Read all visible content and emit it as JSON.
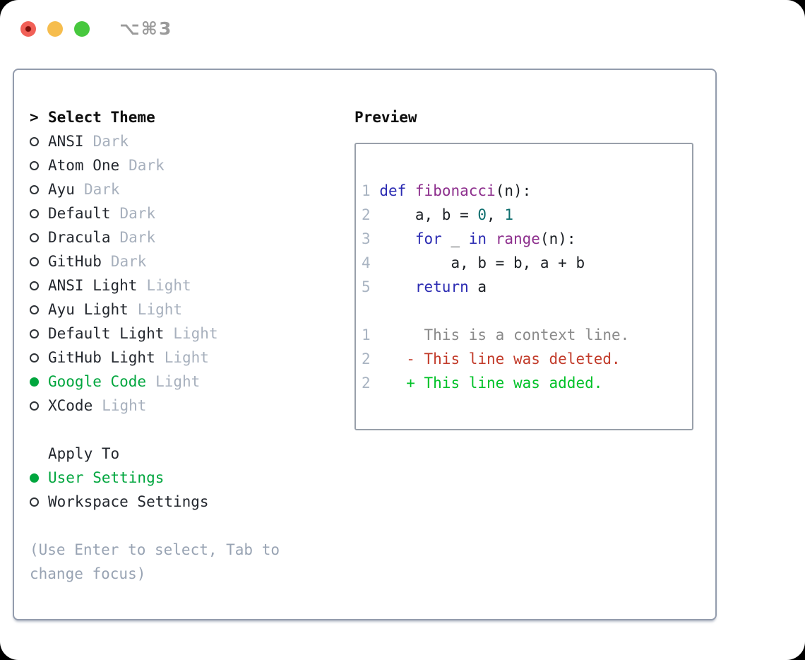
{
  "window": {
    "title": "⌥⌘3",
    "traffic_lights": [
      "close",
      "minimize",
      "zoom"
    ]
  },
  "theme_panel": {
    "header": {
      "prompt": ">",
      "label": "Select Theme"
    },
    "themes": [
      {
        "name": "ANSI",
        "variant": "Dark",
        "selected": false
      },
      {
        "name": "Atom One",
        "variant": "Dark",
        "selected": false
      },
      {
        "name": "Ayu",
        "variant": "Dark",
        "selected": false
      },
      {
        "name": "Default",
        "variant": "Dark",
        "selected": false
      },
      {
        "name": "Dracula",
        "variant": "Dark",
        "selected": false
      },
      {
        "name": "GitHub",
        "variant": "Dark",
        "selected": false
      },
      {
        "name": "ANSI Light",
        "variant": "Light",
        "selected": false
      },
      {
        "name": "Ayu Light",
        "variant": "Light",
        "selected": false
      },
      {
        "name": "Default Light",
        "variant": "Light",
        "selected": false
      },
      {
        "name": "GitHub Light",
        "variant": "Light",
        "selected": false
      },
      {
        "name": "Google Code",
        "variant": "Light",
        "selected": true
      },
      {
        "name": "XCode",
        "variant": "Light",
        "selected": false
      }
    ],
    "apply_to": {
      "label": "Apply To",
      "options": [
        {
          "name": "User Settings",
          "selected": true
        },
        {
          "name": "Workspace Settings",
          "selected": false
        }
      ]
    },
    "hint_lines": [
      "(Use Enter to select, Tab to",
      "change focus)"
    ]
  },
  "preview": {
    "label": "Preview",
    "colors": {
      "num": "#a9b4c2",
      "kwd": "#2b2bb2",
      "typ": "#8d2f8d",
      "lit": "#0e6e6e",
      "pln": "#1b1f24",
      "ctx": "#8a8a8a",
      "del": "#c23b2a",
      "add": "#00c228",
      "selected_green": "#00a63e"
    },
    "lines": [
      {
        "segments": [
          {
            "t": "1",
            "c": "num"
          },
          {
            "t": " ",
            "c": "pln"
          },
          {
            "t": "def",
            "c": "kwd"
          },
          {
            "t": " ",
            "c": "pln"
          },
          {
            "t": "fibonacci",
            "c": "typ"
          },
          {
            "t": "(n):",
            "c": "pln"
          }
        ]
      },
      {
        "segments": [
          {
            "t": "2",
            "c": "num"
          },
          {
            "t": "     a, b = ",
            "c": "pln"
          },
          {
            "t": "0",
            "c": "lit"
          },
          {
            "t": ", ",
            "c": "pln"
          },
          {
            "t": "1",
            "c": "lit"
          }
        ]
      },
      {
        "segments": [
          {
            "t": "3",
            "c": "num"
          },
          {
            "t": "     ",
            "c": "pln"
          },
          {
            "t": "for",
            "c": "kwd"
          },
          {
            "t": " _ ",
            "c": "pln"
          },
          {
            "t": "in",
            "c": "kwd"
          },
          {
            "t": " ",
            "c": "pln"
          },
          {
            "t": "range",
            "c": "typ"
          },
          {
            "t": "(n):",
            "c": "pln"
          }
        ]
      },
      {
        "segments": [
          {
            "t": "4",
            "c": "num"
          },
          {
            "t": "         a, b = b, a + b",
            "c": "pln"
          }
        ]
      },
      {
        "segments": [
          {
            "t": "5",
            "c": "num"
          },
          {
            "t": "     ",
            "c": "pln"
          },
          {
            "t": "return",
            "c": "kwd"
          },
          {
            "t": " a",
            "c": "pln"
          }
        ]
      },
      {
        "segments": [
          {
            "t": " ",
            "c": "pln"
          }
        ]
      },
      {
        "segments": [
          {
            "t": "1",
            "c": "num"
          },
          {
            "t": "      This is a context line.",
            "c": "ctx"
          }
        ]
      },
      {
        "segments": [
          {
            "t": "2",
            "c": "num"
          },
          {
            "t": "    - This line was deleted.",
            "c": "del"
          }
        ]
      },
      {
        "segments": [
          {
            "t": "2",
            "c": "num"
          },
          {
            "t": "    + This line was added.",
            "c": "add"
          }
        ]
      }
    ]
  }
}
